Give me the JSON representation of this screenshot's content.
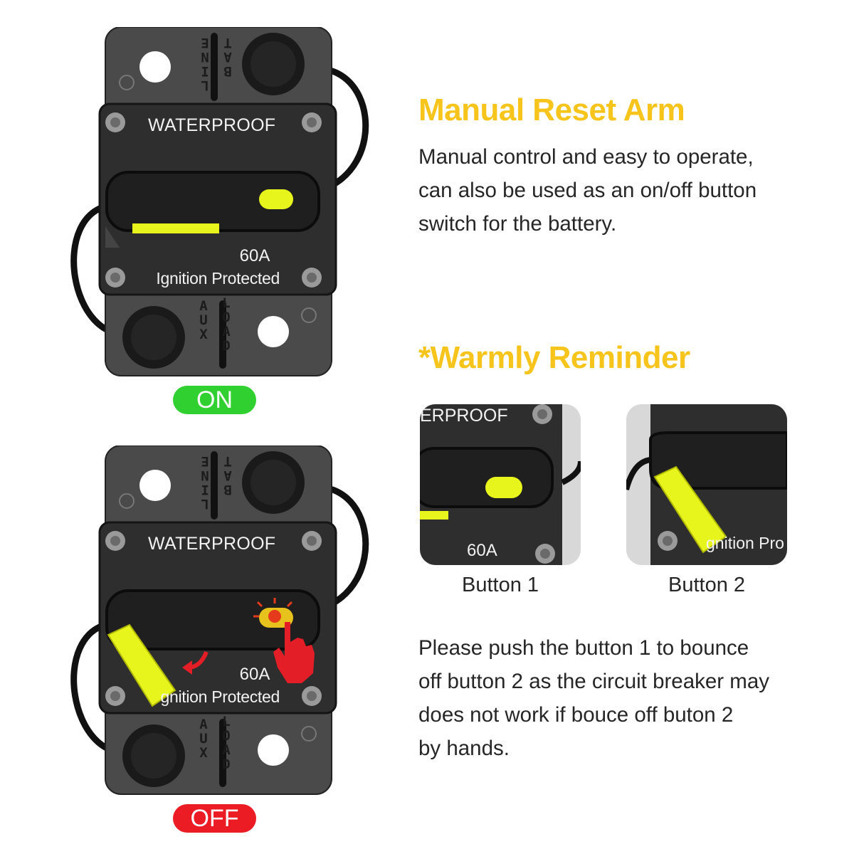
{
  "units": [
    {
      "waterproof": "WATERPROOF",
      "amperage": "60A",
      "ignition": "Ignition Protected",
      "terminal_top": "LINE",
      "terminal_top_right": "BAT",
      "terminal_bottom_left": "AUX",
      "terminal_bottom_right": "LOAD",
      "state": "ON"
    },
    {
      "waterproof": "WATERPROOF",
      "amperage": "60A",
      "ignition": "gnition Protected",
      "terminal_top": "LINE",
      "terminal_top_right": "BAT",
      "terminal_bottom_left": "AUX",
      "terminal_bottom_right": "LOAD",
      "state": "OFF"
    }
  ],
  "colors": {
    "accent_yellow": "#f6c41a",
    "lever_yellow": "#e8f51c",
    "state_on": "#2fd02f",
    "state_off": "#ec1c24",
    "housing": "#2b2b2b"
  },
  "section1": {
    "title": "Manual Reset Arm",
    "lines": [
      "Manual control and easy to operate,",
      "can also be used as an on/off button",
      "switch for the battery."
    ]
  },
  "section2": {
    "title": "*Warmly Reminder",
    "thumb1": {
      "text_top": "ERPROOF",
      "text_amp": "60A",
      "caption": "Button 1"
    },
    "thumb2": {
      "text_ign": "gnition Pro",
      "caption": "Button 2"
    },
    "lines": [
      "Please push the button 1 to bounce",
      "off button 2 as the circuit breaker may",
      "does not work if bouce off buton 2",
      "by hands."
    ]
  }
}
